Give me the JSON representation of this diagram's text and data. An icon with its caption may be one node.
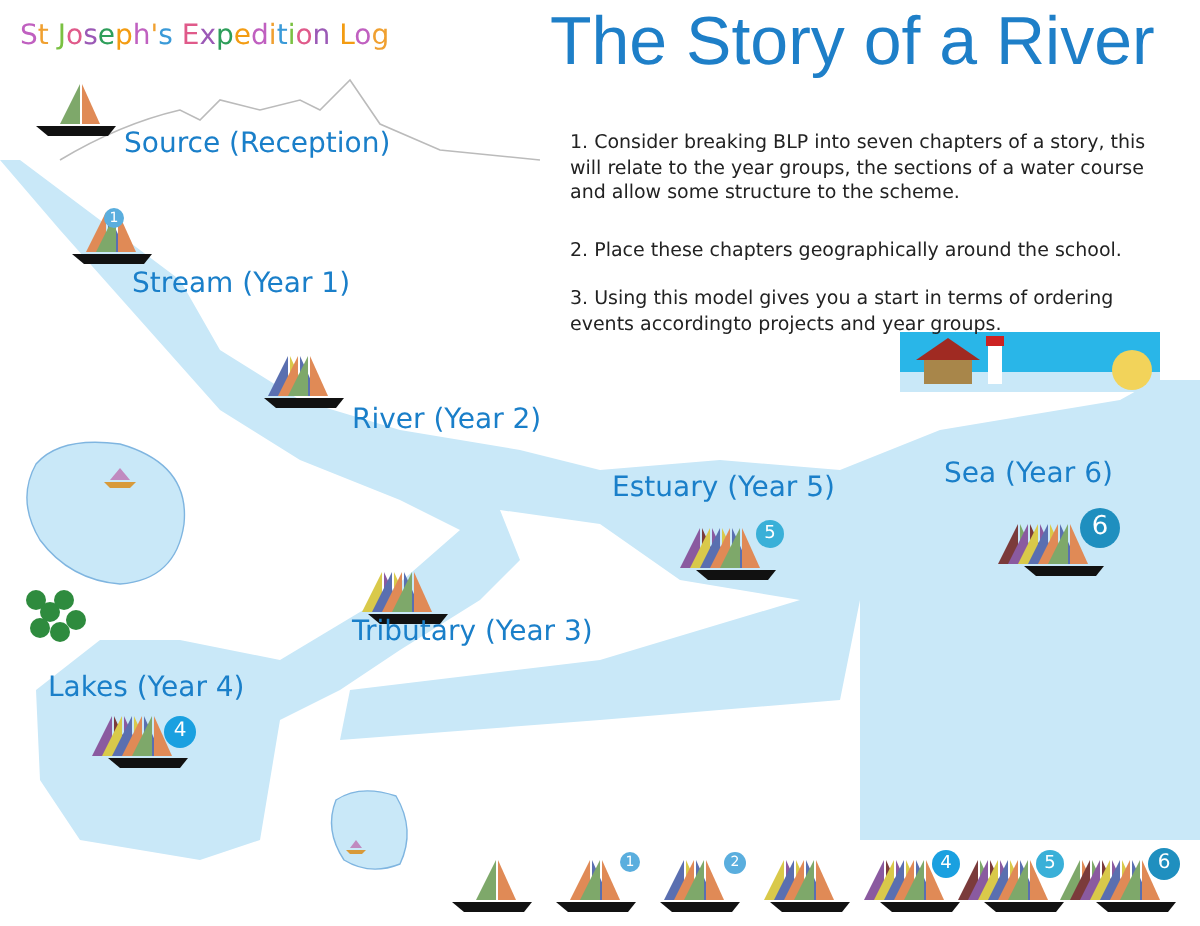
{
  "diagram": {
    "title": "The Story of a River",
    "labels": [
      "St Joseph's Expedition Log",
      "1. Consider breaking BLP into seven chapters of a story, this will relate to the year groups, the sections of a water course and allow some structure to the scheme.",
      "2. Place these chapters geographically around the school.",
      "3. Using this model gives you a start in terms of ordering events accordingto projects and year groups.",
      "Source (Reception)",
      "Stream (Year 1)",
      "River (Year 2)",
      "Estuary (Year 5)",
      "Sea (Year 6)",
      "Tributary (Year 3)",
      "Lakes (Year 4)",
      "1",
      "5",
      "6",
      "4",
      "1",
      "2",
      "4",
      "5",
      "6"
    ]
  }
}
